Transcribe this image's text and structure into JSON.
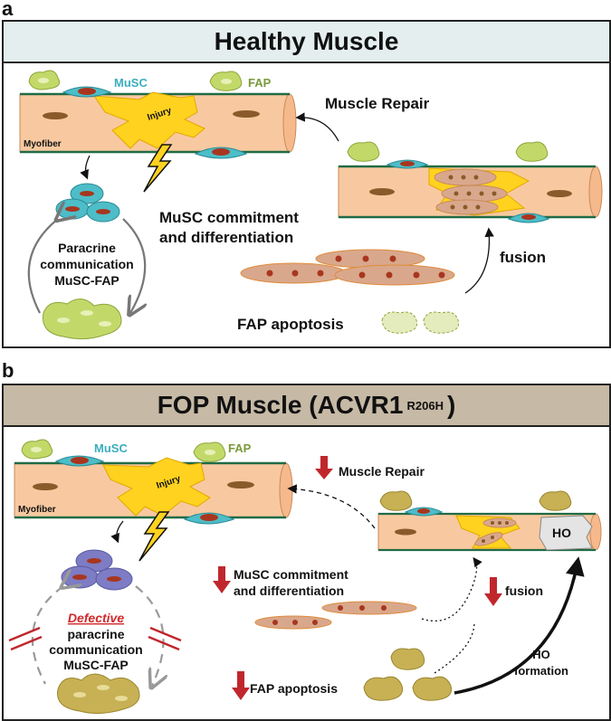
{
  "panel_a": {
    "letter": "a",
    "title": "Healthy Muscle",
    "labels": {
      "musc": "MuSC",
      "fap": "FAP",
      "injury": "Injury",
      "myofiber": "Myofiber",
      "muscle_repair": "Muscle Repair",
      "paracrine_line1": "Paracrine",
      "paracrine_line2": "communication",
      "paracrine_line3": "MuSC-FAP",
      "commitment_line1": "MuSC commitment",
      "commitment_line2": "and differentiation",
      "fusion": "fusion",
      "fap_apoptosis": "FAP apoptosis"
    }
  },
  "panel_b": {
    "letter": "b",
    "title": "FOP Muscle (ACVR1",
    "title_superscript": "R206H",
    "title_close": ")",
    "labels": {
      "musc": "MuSC",
      "fap": "FAP",
      "injury": "Injury",
      "myofiber": "Myofiber",
      "muscle_repair": "Muscle Repair",
      "defective": "Defective",
      "paracrine_line1": "paracrine",
      "paracrine_line2": "communication",
      "paracrine_line3": "MuSC-FAP",
      "commitment_line1": "MuSC commitment",
      "commitment_line2": "and differentiation",
      "fusion": "fusion",
      "fap_apoptosis": "FAP apoptosis",
      "ho": "HO",
      "ho_formation_line1": "HO",
      "ho_formation_line2": "formation"
    }
  },
  "colors": {
    "fiber": "#f8c9a0",
    "fiber_edge": "#1f6b45",
    "musc": "#4dbdc8",
    "musc_text": "#3aaec0",
    "fap": "#c2d96a",
    "fap_text": "#7a9a3a",
    "injury": "#ffd21f",
    "nucleus": "#a8361f",
    "myocyte": "#d9a88c",
    "fop_musc": "#7d7cc4",
    "fop_fap": "#c7b154",
    "down_arrow": "#c0272d",
    "defective": "#d02a2a",
    "ho": "#e4e4e4"
  }
}
